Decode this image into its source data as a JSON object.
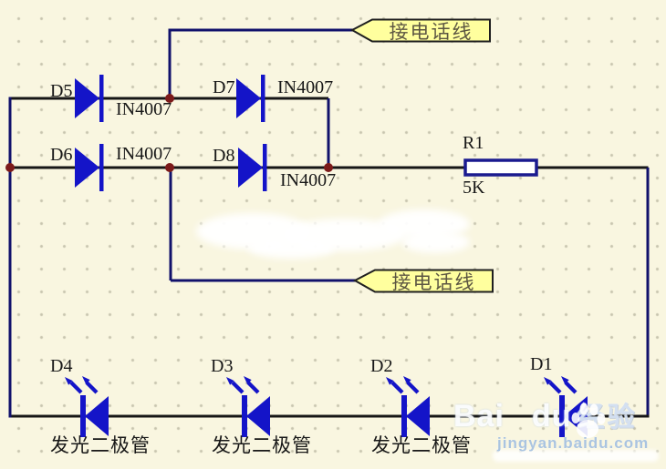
{
  "colors": {
    "background": "#f9f6e0",
    "wire": "#11116b",
    "wire_dark": "#161616",
    "component_blue": "#1414c8",
    "junction": "#7c1a1a",
    "banner_fill": "#ffff9e",
    "resistor_blue": "#1a1a8f",
    "watermark_blue": "#aac4e0"
  },
  "schematic": {
    "ports": {
      "top": {
        "label": "接电话线"
      },
      "bottom": {
        "label": "接电话线"
      }
    },
    "rectifier_diodes": [
      {
        "ref": "D5",
        "part": "IN4007"
      },
      {
        "ref": "D6",
        "part": "IN4007"
      },
      {
        "ref": "D7",
        "part": "IN4007"
      },
      {
        "ref": "D8",
        "part": "IN4007"
      }
    ],
    "resistor": {
      "ref": "R1",
      "value": "5K"
    },
    "leds": [
      {
        "ref": "D4",
        "type": "发光二极管"
      },
      {
        "ref": "D3",
        "type": "发光二极管"
      },
      {
        "ref": "D2",
        "type": "发光二极管"
      },
      {
        "ref": "D1",
        "type": ""
      }
    ]
  },
  "watermark": {
    "brand_left": "Bai",
    "brand_right": "du",
    "suffix": "经验",
    "url": "jingyan.baidu.com"
  }
}
